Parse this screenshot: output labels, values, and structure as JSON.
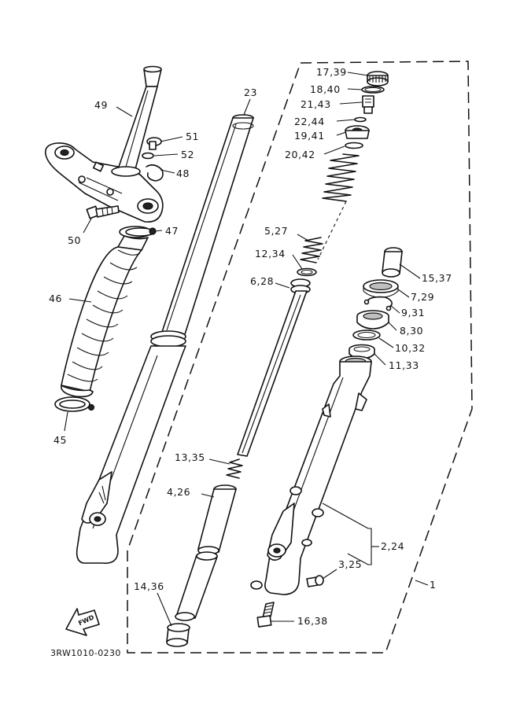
{
  "labels": {
    "p1": "1",
    "p2_24": "2,24",
    "p3_25": "3,25",
    "p4_26": "4,26",
    "p5_27": "5,27",
    "p6_28": "6,28",
    "p7_29": "7,29",
    "p8_30": "8,30",
    "p9_31": "9,31",
    "p10_32": "10,32",
    "p11_33": "11,33",
    "p12_34": "12,34",
    "p13_35": "13,35",
    "p14_36": "14,36",
    "p15_37": "15,37",
    "p16_38": "16,38",
    "p17_39": "17,39",
    "p18_40": "18,40",
    "p19_41": "19,41",
    "p20_42": "20,42",
    "p21_43": "21,43",
    "p22_44": "22,44",
    "p23": "23",
    "p45": "45",
    "p46": "46",
    "p47": "47",
    "p48": "48",
    "p49": "49",
    "p50": "50",
    "p51": "51",
    "p52": "52"
  },
  "drawing_code": "3RW1010-0230",
  "fwd_badge": "FWD"
}
